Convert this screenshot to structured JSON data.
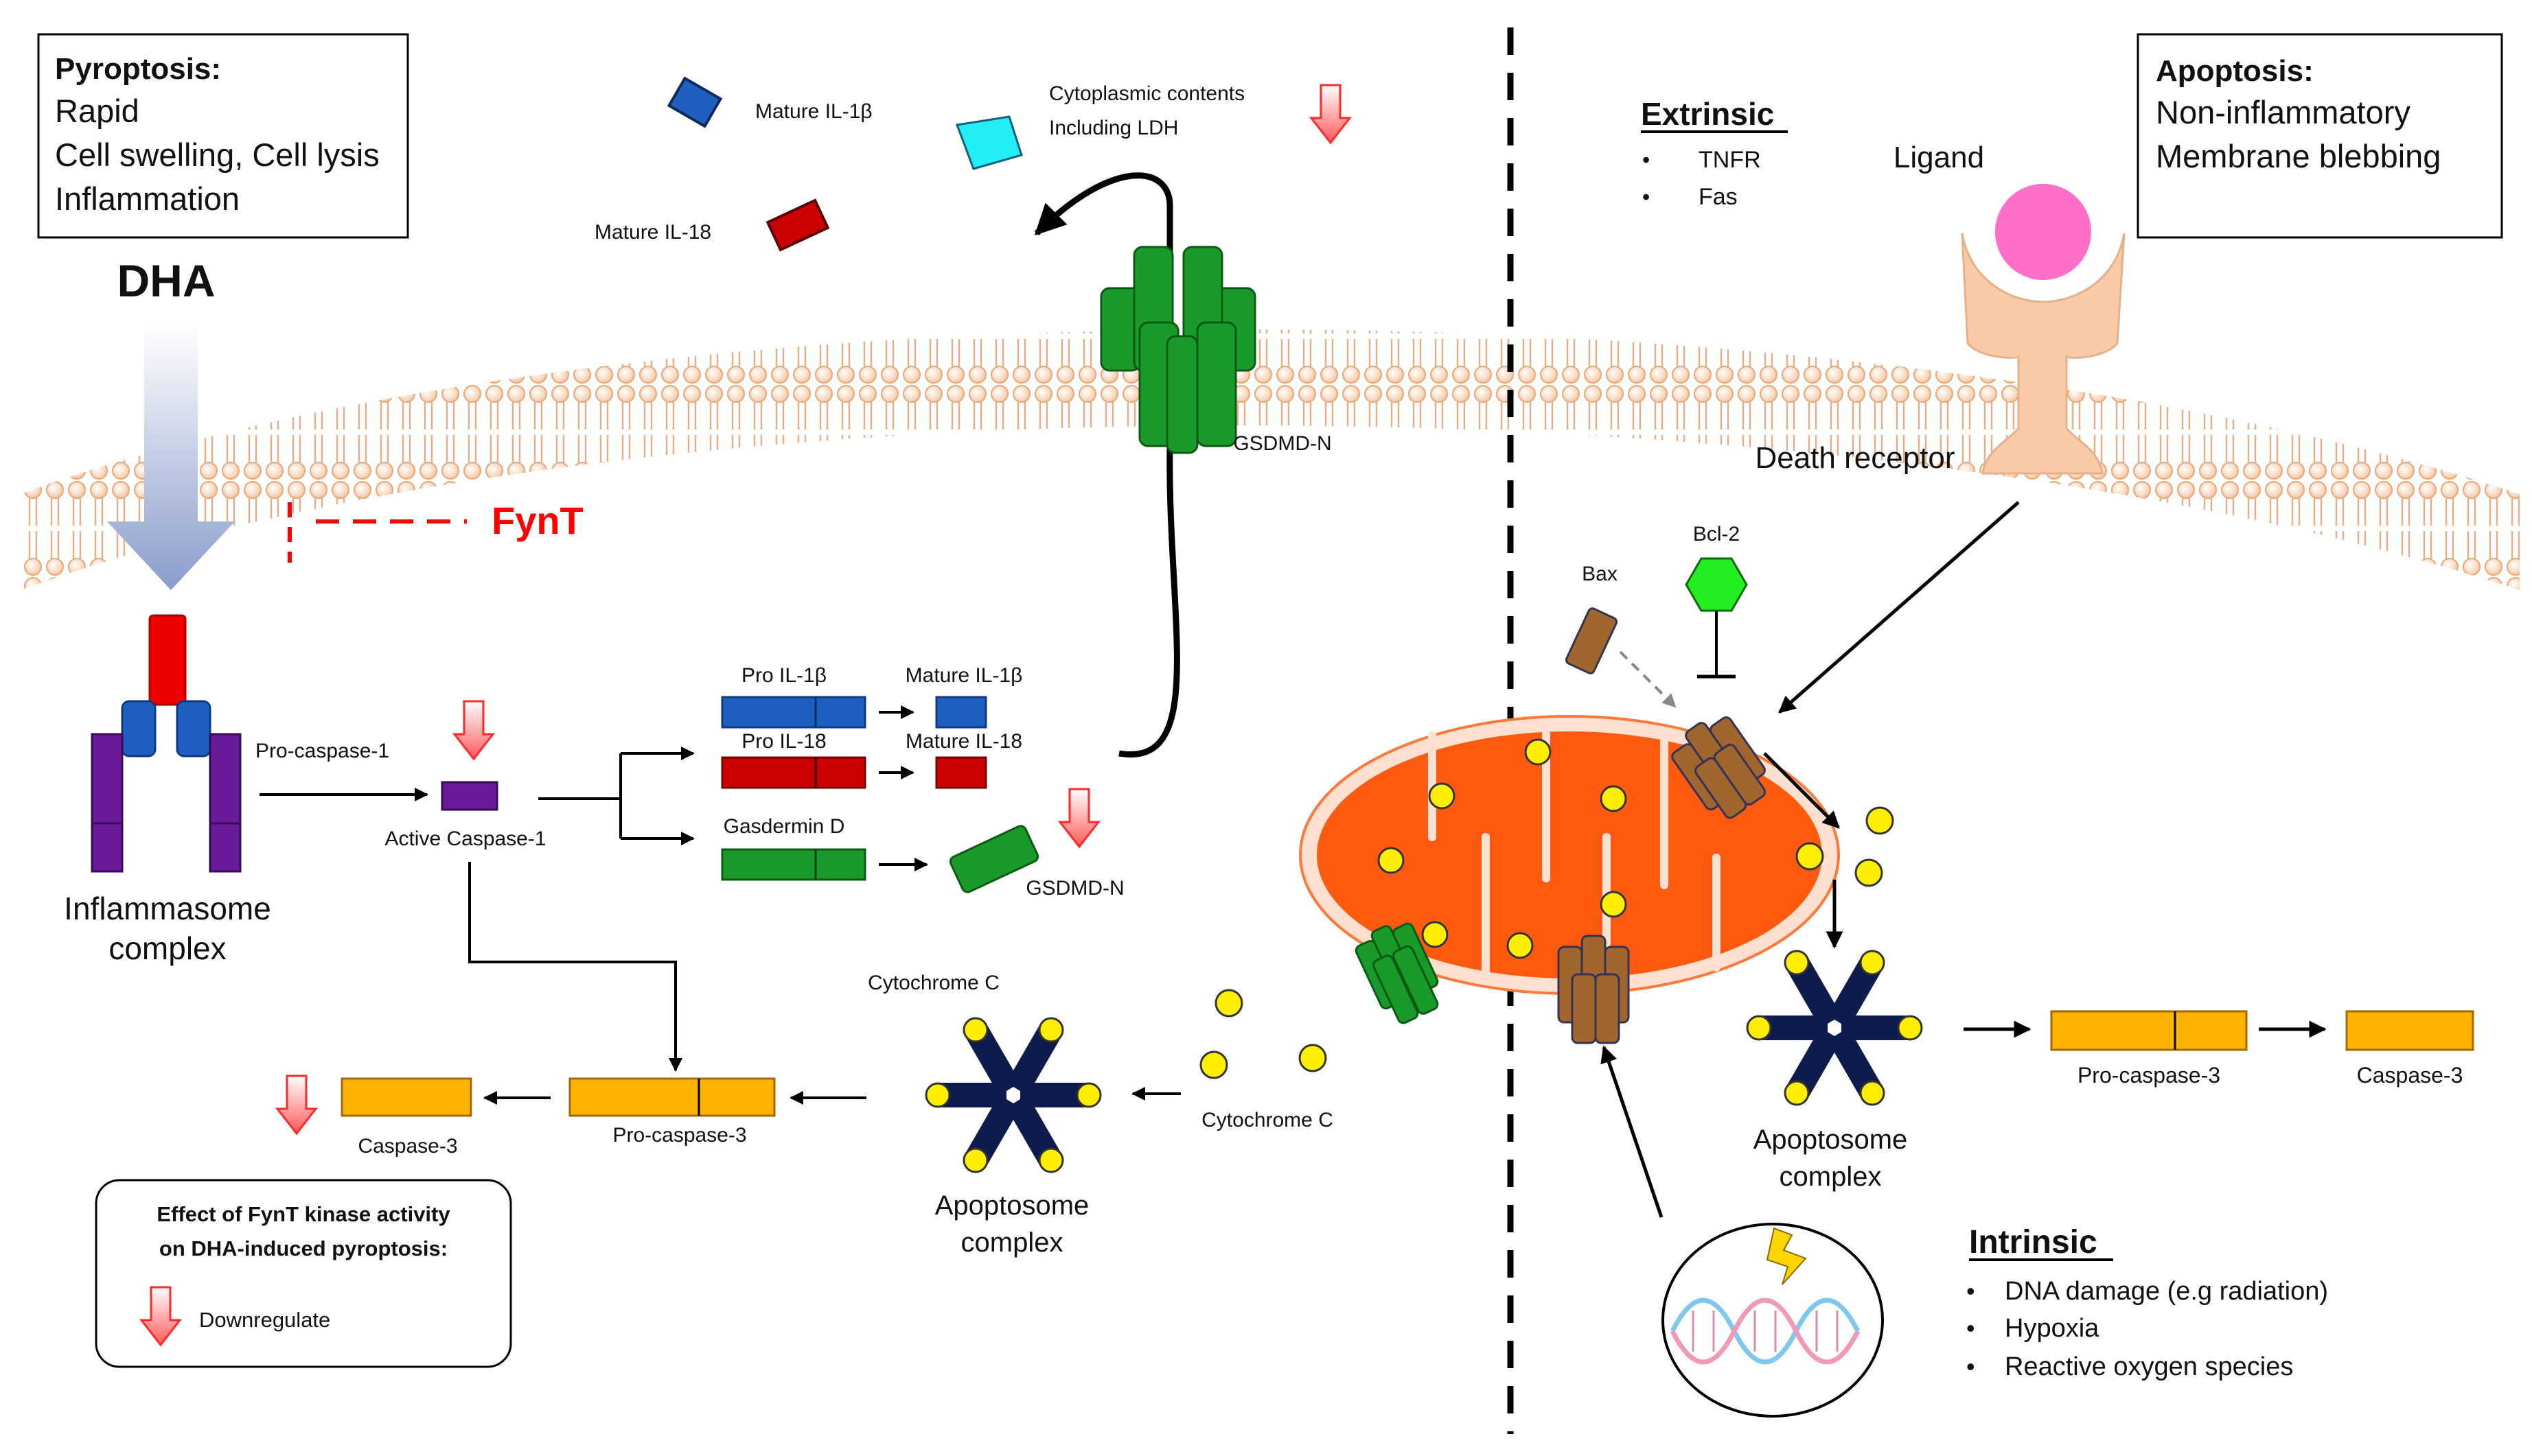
{
  "pyroptosis_box": {
    "title": "Pyroptosis:",
    "lines": [
      "Rapid",
      "Cell swelling, Cell lysis",
      "Inflammation"
    ]
  },
  "apoptosis_box": {
    "title": "Apoptosis:",
    "lines": [
      "Non-inflammatory",
      "Membrane blebbing"
    ]
  },
  "dha_label": "DHA",
  "fynt_label": "FynT",
  "inflammasome": {
    "label_line1": "Inflammasome",
    "label_line2": "complex"
  },
  "labels": {
    "pro_caspase_1": "Pro-caspase-1",
    "active_caspase_1": "Active Caspase-1",
    "pro_il1b": "Pro IL-1β",
    "mature_il1b_small": "Mature IL-1β",
    "pro_il18": "Pro IL-18",
    "mature_il18_small": "Mature IL-18",
    "gasdermin_d": "Gasdermin D",
    "gsdmd_n_small": "GSDMD-N",
    "gsdmd_n_pore": "GSDMD-N",
    "mature_il1b_top": "Mature IL-1β",
    "mature_il18_top": "Mature IL-18",
    "cytoplasmic_line1": "Cytoplasmic contents",
    "cytoplasmic_line2": "Including LDH",
    "caspase3_left": "Caspase-3",
    "pro_caspase3_left": "Pro-caspase-3",
    "cytochrome_c_top": "Cytochrome C",
    "cytochrome_c_mid": "Cytochrome C",
    "apoptosome_left_line1": "Apoptosome",
    "apoptosome_left_line2": "complex",
    "apoptosome_right_line1": "Apoptosome",
    "apoptosome_right_line2": "complex",
    "pro_caspase3_right": "Pro-caspase-3",
    "caspase3_right": "Caspase-3",
    "ligand": "Ligand",
    "death_receptor": "Death receptor",
    "bax": "Bax",
    "bcl2": "Bcl-2"
  },
  "extrinsic": {
    "title": "Extrinsic",
    "items": [
      "TNFR",
      "Fas"
    ]
  },
  "intrinsic": {
    "title": "Intrinsic",
    "items": [
      "DNA damage (e.g radiation)",
      "Hypoxia",
      "Reactive oxygen species"
    ]
  },
  "legend": {
    "title_line1": "Effect of FynT kinase activity",
    "title_line2": "on DHA-induced pyroptosis:",
    "item": "Downregulate"
  },
  "bullet": "•",
  "colors": {
    "red_text": "#ff0000",
    "il1b_blue": "#1f5fbf",
    "il18_red": "#cc0000",
    "gasdermin_green": "#1a9a2a",
    "caspase_purple": "#6a1b9a",
    "caspase3_orange": "#ffb300",
    "mitochondria": "#ff5a10",
    "apoptosome_navy": "#0d1b4d",
    "cytochrome_yellow": "#ffee00",
    "bcl2_green": "#22ee22",
    "bax_brown": "#a0662e",
    "ligand_pink": "#ff6ec7",
    "receptor_peach": "#f8cba6"
  }
}
